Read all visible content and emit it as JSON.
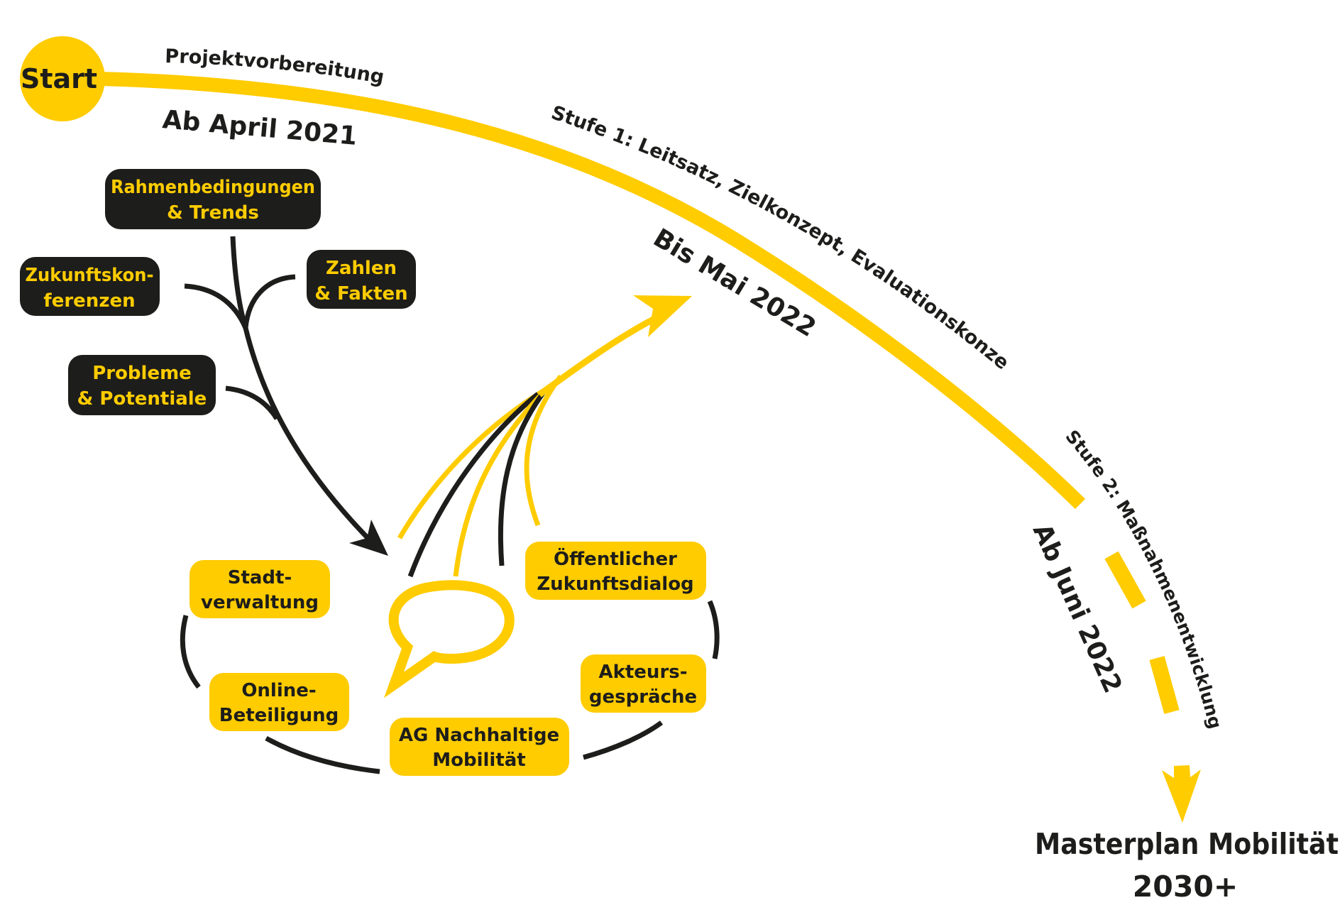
{
  "colors": {
    "accent_yellow": "#ffcc00",
    "dark": "#1d1d1b",
    "background": "#ffffff"
  },
  "timeline": {
    "start_label": "Start",
    "phase0_label": "Projektvorbereitung",
    "phase0_date": "Ab April 2021",
    "phase1_label": "Stufe 1: Leitsatz, Zielkonzept, Evaluationskonzept",
    "phase1_date": "Bis Mai 2022",
    "phase2_label": "Stufe 2: Maßnahmenentwicklung",
    "phase2_date": "Ab Juni 2022",
    "result_line1": "Masterplan Mobilität",
    "result_line2": "2030+"
  },
  "inputs": [
    {
      "line1": "Rahmenbedingungen",
      "line2": "& Trends"
    },
    {
      "line1": "Zukunftskon-",
      "line2": "ferenzen"
    },
    {
      "line1": "Zahlen",
      "line2": "& Fakten"
    },
    {
      "line1": "Probleme",
      "line2": "& Potentiale"
    }
  ],
  "participation": {
    "icon": "speech-bubble-icon",
    "formats": [
      {
        "line1": "Stadt-",
        "line2": "verwaltung"
      },
      {
        "line1": "Online-",
        "line2": "Beteiligung"
      },
      {
        "line1": "AG Nachhaltige",
        "line2": "Mobilität"
      },
      {
        "line1": "Akteurs-",
        "line2": "gespräche"
      },
      {
        "line1": "Öffentlicher",
        "line2": "Zukunftsdialog"
      }
    ]
  }
}
